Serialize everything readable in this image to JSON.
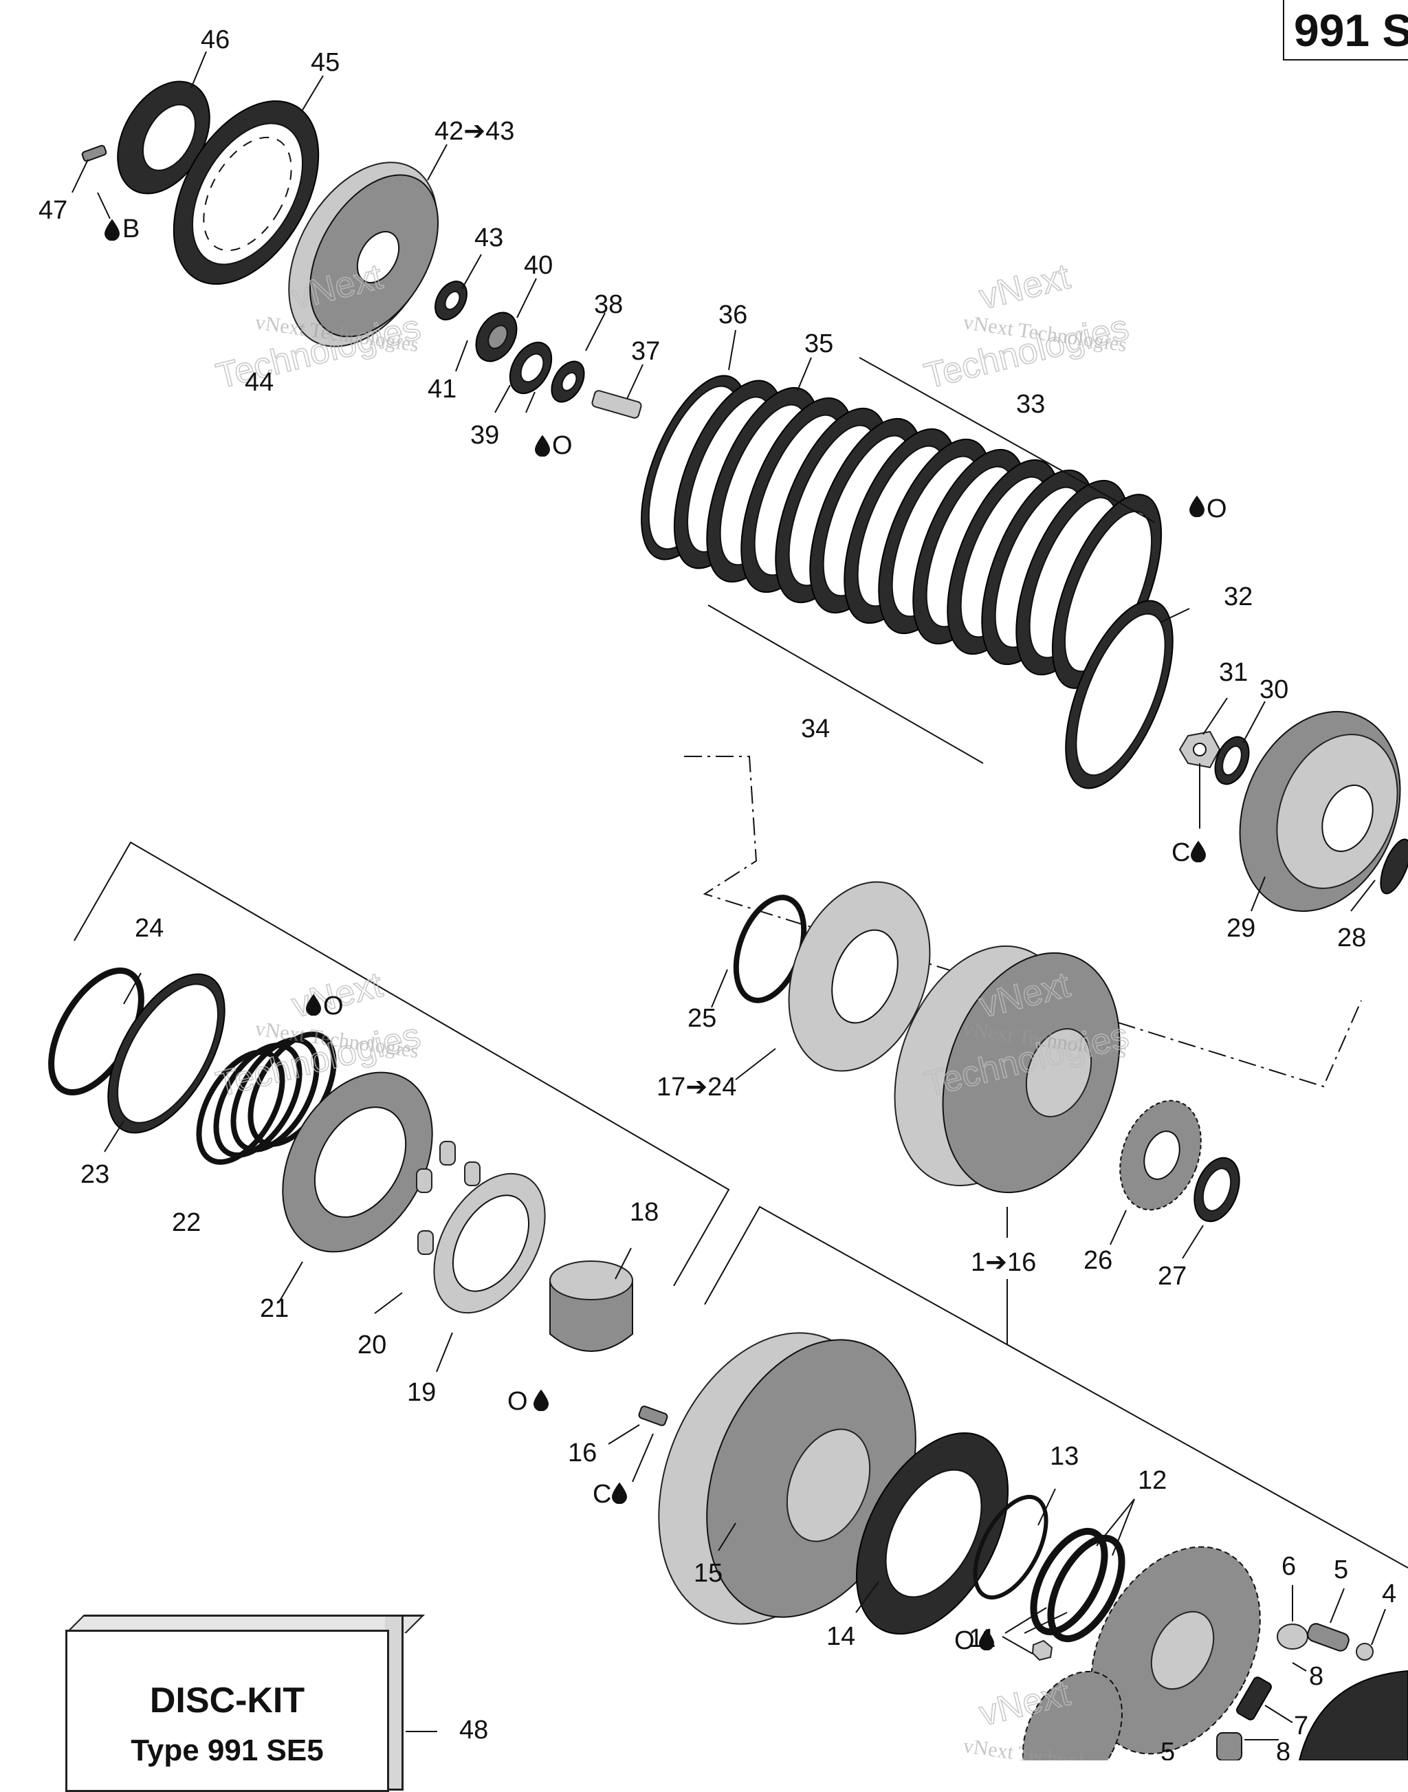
{
  "header": {
    "model_label": "991 S"
  },
  "watermark": {
    "line1": "vNext Technologies",
    "line2": "vNext",
    "line3": "Technologies"
  },
  "disc_kit": {
    "title": "DISC-KIT",
    "type": "Type 991 SE5",
    "callout": "48"
  },
  "callouts": [
    "46",
    "45",
    "42➔43",
    "47",
    "43",
    "40",
    "38",
    "37",
    "36",
    "35",
    "33",
    "44",
    "41",
    "39",
    "34",
    "32",
    "31",
    "30",
    "29",
    "28",
    "24",
    "23",
    "22",
    "21",
    "20",
    "19",
    "18",
    "25",
    "17➔24",
    "1➔16",
    "26",
    "27",
    "16",
    "15",
    "14",
    "13",
    "12",
    "11",
    "6",
    "5",
    "4",
    "8",
    "7",
    "8",
    "5"
  ],
  "lubricant_marks": [
    "B",
    "O",
    "O",
    "O",
    "C",
    "O",
    "C",
    "O"
  ],
  "icons": [
    "oil-drop-icon"
  ],
  "colors": {
    "ink": "#111111",
    "part_dark": "#2b2b2b",
    "part_light": "#c9c9c9",
    "watermark": "#9a9a9a"
  }
}
